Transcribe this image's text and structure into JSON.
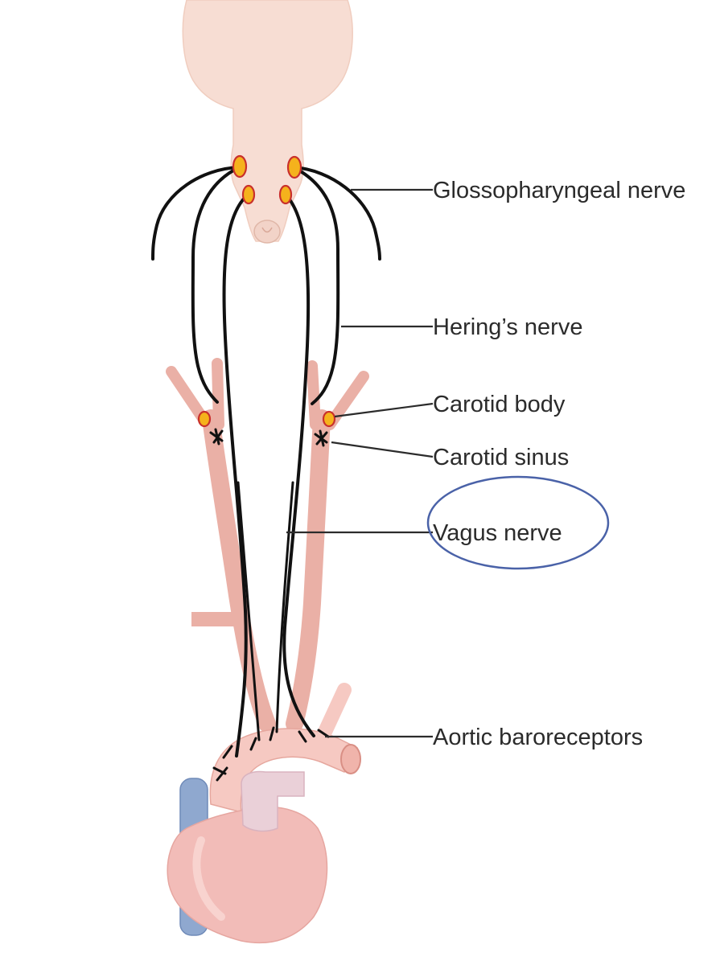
{
  "labels": {
    "glossopharyngeal": "Glossopharyngeal nerve",
    "herings": "Hering’s nerve",
    "carotid_body": "Carotid body",
    "carotid_sinus": "Carotid sinus",
    "vagus": "Vagus nerve",
    "aortic": "Aortic baroreceptors"
  },
  "colors": {
    "brain": "#f7ddd3",
    "artery": "#eab0a6",
    "artery_dark": "#d98f85",
    "heart": "#f2bcb8",
    "vena_cava": "#8fa8cf",
    "nerve": "#111111",
    "ganglion": "#f5b21c",
    "highlight_circle": "#4a62a8"
  }
}
